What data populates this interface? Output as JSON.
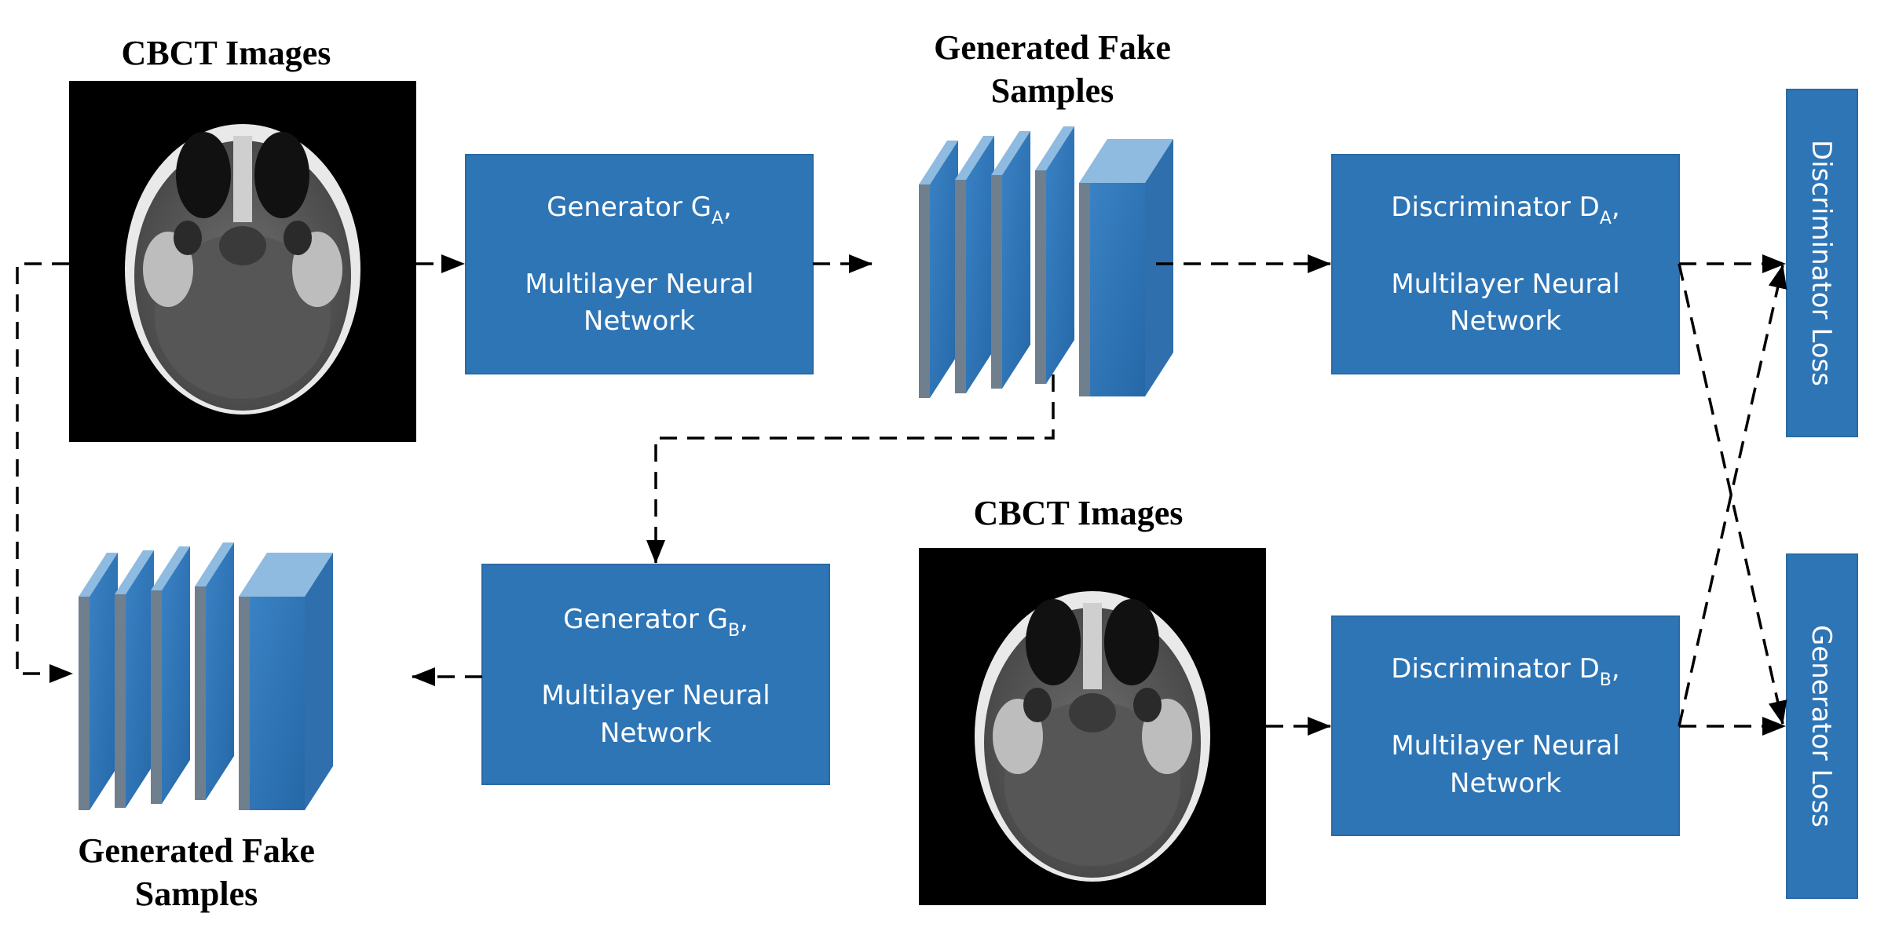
{
  "titles": {
    "cbct_top": "CBCT Images",
    "fake_top_line1": "Generated Fake",
    "fake_top_line2": "Samples",
    "cbct_bottom": "CBCT Images",
    "fake_bottom_line1": "Generated Fake",
    "fake_bottom_line2": "Samples"
  },
  "boxes": {
    "generator_a": {
      "name": "Generator G",
      "subscript": "A",
      "suffix": ",",
      "line2": "Multilayer Neural",
      "line3": "Network"
    },
    "generator_b": {
      "name": "Generator G",
      "subscript": "B",
      "suffix": ",",
      "line2": "Multilayer Neural",
      "line3": "Network"
    },
    "discriminator_a": {
      "name": "Discriminator  D",
      "subscript": "A",
      "suffix": ",",
      "line2": "Multilayer Neural",
      "line3": "Network"
    },
    "discriminator_b": {
      "name": "Discriminator  D",
      "subscript": "B",
      "suffix": ",",
      "line2": "Multilayer Neural",
      "line3": "Network"
    }
  },
  "loss": {
    "discriminator": "Discriminator Loss",
    "generator": "Generator Loss"
  },
  "colors": {
    "box_fill": "#2e75b6",
    "stack_face": "#2e75b6",
    "stack_side": "#6f7f8e",
    "image_background": "#000000"
  }
}
